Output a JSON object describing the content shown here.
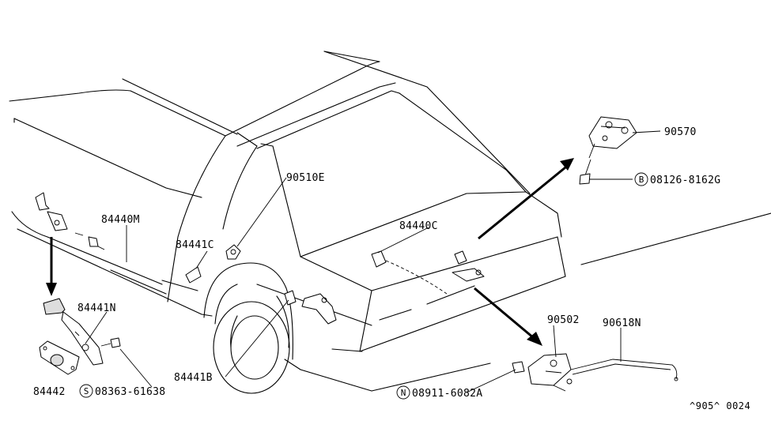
{
  "diagram": {
    "labels": {
      "p90570": "90570",
      "p08126": "08126-8162G",
      "p90510E": "90510E",
      "p84440M": "84440M",
      "p84440C": "84440C",
      "p84441C": "84441C",
      "p84441N": "84441N",
      "p84442": "84442",
      "p08363": "08363-61638",
      "p84441B": "84441B",
      "p90502": "90502",
      "p90618N": "90618N",
      "p08911": "08911-6082A"
    },
    "symbols": {
      "bolt": "B",
      "screw": "S",
      "nut": "N"
    },
    "reference": "^905^ 0024"
  }
}
